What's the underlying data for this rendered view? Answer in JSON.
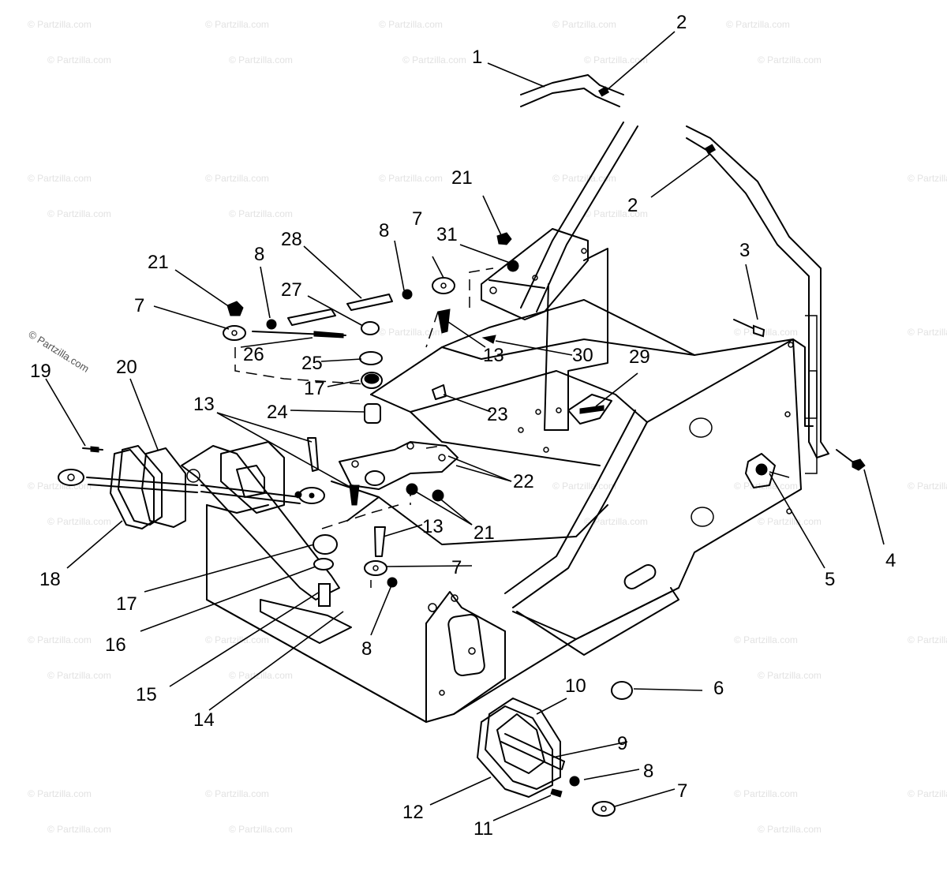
{
  "watermark": {
    "text": "© Partzilla.com",
    "copyright_label": "© Partzilla.com"
  },
  "callouts": {
    "c1": "1",
    "c2a": "2",
    "c2b": "2",
    "c3": "3",
    "c4": "4",
    "c5": "5",
    "c6": "6",
    "c7a": "7",
    "c7b": "7",
    "c7c": "7",
    "c7d": "7",
    "c8a": "8",
    "c8b": "8",
    "c8c": "8",
    "c8d": "8",
    "c9": "9",
    "c10": "10",
    "c11": "11",
    "c12": "12",
    "c13a": "13",
    "c13b": "13",
    "c13c": "13",
    "c14": "14",
    "c15": "15",
    "c16": "16",
    "c17a": "17",
    "c17b": "17",
    "c18": "18",
    "c19": "19",
    "c20": "20",
    "c21a": "21",
    "c21b": "21",
    "c21c": "21",
    "c22": "22",
    "c23": "23",
    "c24": "24",
    "c25": "25",
    "c26": "26",
    "c27": "27",
    "c28": "28",
    "c29": "29",
    "c30": "30",
    "c31": "31"
  },
  "colors": {
    "line": "#000000",
    "background": "#ffffff",
    "watermark": "#e2e2e2"
  }
}
